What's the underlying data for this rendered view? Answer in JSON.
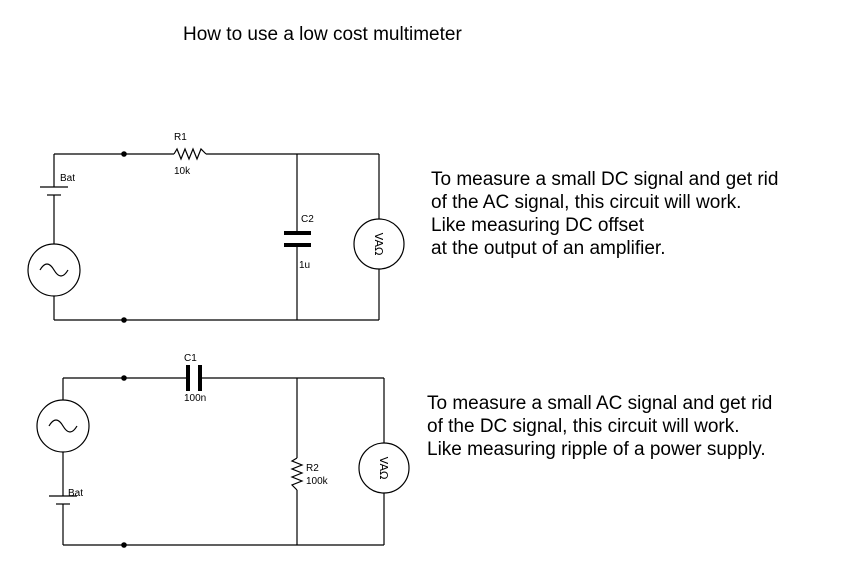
{
  "title": "How to use a low cost multimeter",
  "circuit1": {
    "battery_label": "Bat",
    "resistor_ref": "R1",
    "resistor_value": "10k",
    "capacitor_ref": "C2",
    "capacitor_value": "1u",
    "meter_label": "VAΩ",
    "description": [
      "To measure a small DC signal and get rid",
      "of the AC signal, this circuit will work.",
      "Like measuring DC offset",
      "at the output of an amplifier."
    ]
  },
  "circuit2": {
    "battery_label": "Bat",
    "capacitor_ref": "C1",
    "capacitor_value": "100n",
    "resistor_ref": "R2",
    "resistor_value": "100k",
    "meter_label": "VAΩ",
    "description": [
      "To measure a small AC signal and get rid",
      "of the DC signal, this circuit will work.",
      "Like measuring ripple of a power supply."
    ]
  }
}
